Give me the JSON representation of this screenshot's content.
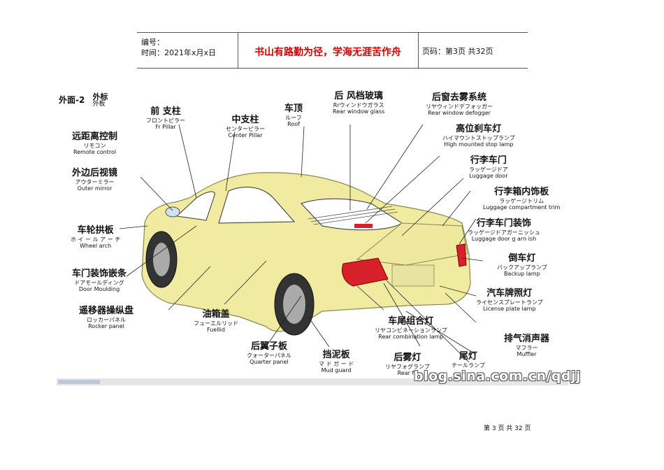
{
  "header": {
    "serial_label": "编号：",
    "time_label": "时间：2021年x月x日",
    "motto": "书山有路勤为径，学海无涯苦作舟",
    "page_label": "页码：第3页 共32页"
  },
  "diagram": {
    "section_title": "外面-2",
    "section_sub1": "外标",
    "section_sub2": "外板",
    "labels": [
      {
        "key": "front_pillar",
        "zh": "前 支柱",
        "jp": "フロントピラー",
        "en": "Fr Pillar"
      },
      {
        "key": "center_pillar",
        "zh": "中支柱",
        "jp": "センターピラー",
        "en": "Center Pillar"
      },
      {
        "key": "roof",
        "zh": "车顶",
        "jp": "ルーフ",
        "en": "Roof"
      },
      {
        "key": "rear_window_glass",
        "zh": "后 风档玻璃",
        "jp": "Rrウィンドウガラス",
        "en": "Rear window glass"
      },
      {
        "key": "rear_defogger",
        "zh": "后窗去雾系统",
        "jp": "リヤウィンドデフォッガー",
        "en": "Rear window defogger"
      },
      {
        "key": "high_stop_lamp",
        "zh": "高位刹车灯",
        "jp": "ハイマウントストップランプ",
        "en": "High mounted stop lamp"
      },
      {
        "key": "luggage_door",
        "zh": "行李车门",
        "jp": "ラッゲージドア",
        "en": "Luggage door"
      },
      {
        "key": "luggage_trim",
        "zh": "行李箱内饰板",
        "jp": "ラッゲージトリム",
        "en": "Luggage compartment trim"
      },
      {
        "key": "luggage_garnish",
        "zh": "行李车门装饰",
        "jp": "ラッゲージドアガーニッシュ",
        "en": "Luggage door g arn ish"
      },
      {
        "key": "backup_lamp",
        "zh": "倒车灯",
        "jp": "バックアップランプ",
        "en": "Backup lamp"
      },
      {
        "key": "license_lamp",
        "zh": "汽车牌照灯",
        "jp": "ライセンスプレートランプ",
        "en": "License plate lamp"
      },
      {
        "key": "muffler",
        "zh": "排气消声器",
        "jp": "マフラー",
        "en": "Muffler"
      },
      {
        "key": "tail_lamp",
        "zh": "尾灯",
        "jp": "テールランプ",
        "en": ""
      },
      {
        "key": "rear_fog",
        "zh": "后雾灯",
        "jp": "リヤフォグランプ",
        "en": "Rear fo"
      },
      {
        "key": "rear_combination",
        "zh": "车尾组合灯",
        "jp": "リヤコンビネーションランプ",
        "en": "Rear combination lamp"
      },
      {
        "key": "mud_guard",
        "zh": "挡泥板",
        "jp": "マ ド ガ ー ド",
        "en": "Mud guard"
      },
      {
        "key": "quarter_panel",
        "zh": "后翼子板",
        "jp": "クォーターパネル",
        "en": "Quarter panel"
      },
      {
        "key": "fuel_lid",
        "zh": "油箱盖",
        "jp": "フューエルリッド",
        "en": "Fuellid"
      },
      {
        "key": "rocker_panel",
        "zh": "遥移器操纵盘",
        "jp": "ロッカーパネル",
        "en": "Rocker panel"
      },
      {
        "key": "door_moulding",
        "zh": "车门装饰嵌条",
        "jp": "ドアモールディング",
        "en": "Door Moulding"
      },
      {
        "key": "wheel_arch",
        "zh": "车轮拱板",
        "jp": "ホ イ ー ル ア ー チ",
        "en": "Wheel arch"
      },
      {
        "key": "outer_mirror",
        "zh": "外边后视镜",
        "jp": "アウターミラー",
        "en": "Outer mirror"
      },
      {
        "key": "remote_control",
        "zh": "远距离控制",
        "jp": "リモコン",
        "en": "Remote control"
      }
    ],
    "watermark": "blog.sina.com.cn/qdjj",
    "colors": {
      "car_body": "#f0eba0",
      "tail_red": "#d8202a",
      "glass": "#ffffff",
      "accent_red": "#d40000"
    }
  },
  "footer": {
    "page_text": "第 3 页 共 32 页"
  }
}
